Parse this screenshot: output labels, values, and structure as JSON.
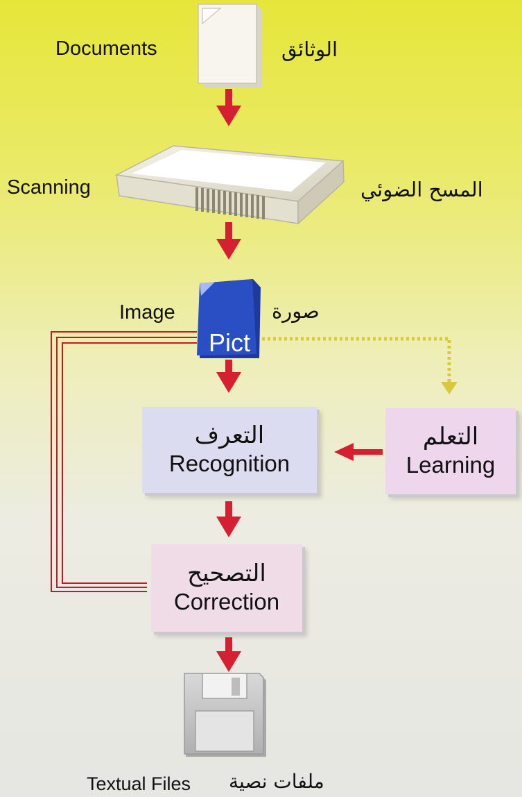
{
  "documents": {
    "en": "Documents",
    "ar": "الوثائق"
  },
  "scanning": {
    "en": "Scanning",
    "ar": "المسح الضوئي"
  },
  "image": {
    "en": "Image",
    "ar": "صورة",
    "file_text": "Pict"
  },
  "recognition": {
    "ar": "التعرف",
    "en": "Recognition"
  },
  "learning": {
    "ar": "التعلم",
    "en": "Learning"
  },
  "correction": {
    "ar": "التصحيح",
    "en": "Correction"
  },
  "output": {
    "en": "Textual Files",
    "ar": "ملفات نصية"
  },
  "colors": {
    "arrow": "#d42030",
    "recognition_box": "#dcdcf0",
    "learning_box": "#eed6ec",
    "correction_box": "#f0dce6",
    "pict_file": "#2a4fc4",
    "dashed_arrow": "#d8c840"
  }
}
